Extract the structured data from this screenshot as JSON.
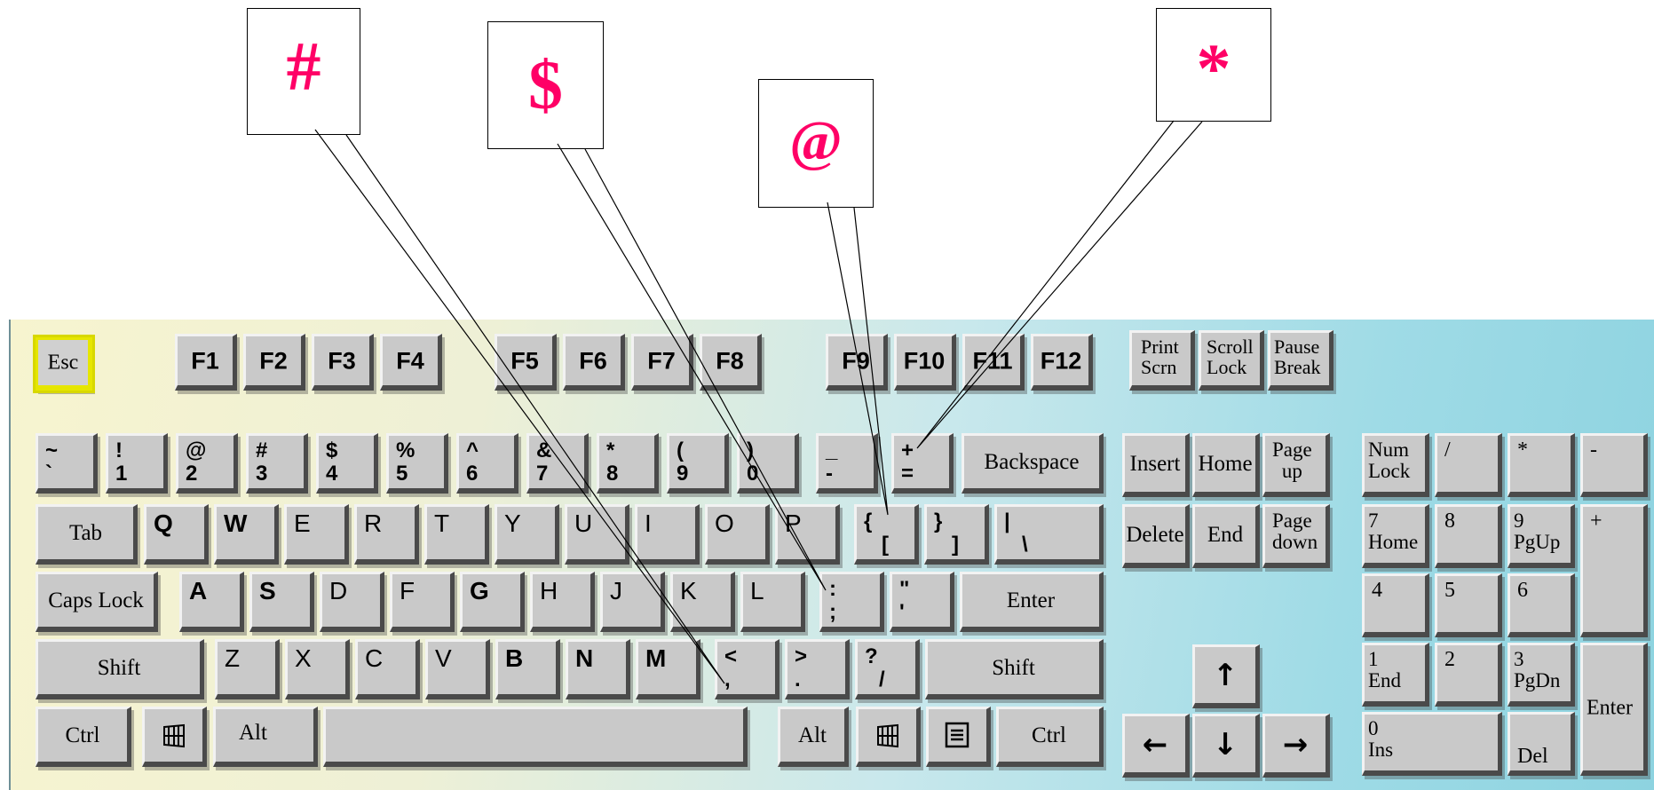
{
  "callouts": [
    {
      "id": "hash",
      "symbol": "#"
    },
    {
      "id": "dollar",
      "symbol": "$"
    },
    {
      "id": "at",
      "symbol": "@"
    },
    {
      "id": "star",
      "symbol": "*"
    }
  ],
  "keyboard": {
    "function_row": [
      "Esc",
      "F1",
      "F2",
      "F3",
      "F4",
      "F5",
      "F6",
      "F7",
      "F8",
      "F9",
      "F10",
      "F11",
      "F12"
    ],
    "system_keys": [
      [
        "Print",
        "Scrn"
      ],
      [
        "Scroll",
        "Lock"
      ],
      [
        "Pause",
        "Break"
      ]
    ],
    "number_row": [
      {
        "top": "~",
        "bottom": "`"
      },
      {
        "top": "!",
        "bottom": "1"
      },
      {
        "top": "@",
        "bottom": "2"
      },
      {
        "top": "#",
        "bottom": "3"
      },
      {
        "top": "$",
        "bottom": "4"
      },
      {
        "top": "%",
        "bottom": "5"
      },
      {
        "top": "^",
        "bottom": "6"
      },
      {
        "top": "&",
        "bottom": "7"
      },
      {
        "top": "*",
        "bottom": "8"
      },
      {
        "top": "(",
        "bottom": "9"
      },
      {
        "top": ")",
        "bottom": "0"
      },
      {
        "top": "_",
        "bottom": "-"
      },
      {
        "top": "+",
        "bottom": "="
      }
    ],
    "backspace": "Backspace",
    "tab": "Tab",
    "qwerty_row": [
      "Q",
      "W",
      "E",
      "R",
      "T",
      "Y",
      "U",
      "I",
      "O",
      "P"
    ],
    "brackets": [
      {
        "top": "{",
        "bottom": "["
      },
      {
        "top": "}",
        "bottom": "]"
      },
      {
        "top": "|",
        "bottom": "\\"
      }
    ],
    "caps_lock": "Caps Lock",
    "home_row": [
      "A",
      "S",
      "D",
      "F",
      "G",
      "H",
      "J",
      "K",
      "L"
    ],
    "punct_home": [
      {
        "top": ":",
        "bottom": ";"
      },
      {
        "top": "\"",
        "bottom": "'"
      }
    ],
    "enter": "Enter",
    "shift": "Shift",
    "bottom_letters": [
      "Z",
      "X",
      "C",
      "V",
      "B",
      "N",
      "M"
    ],
    "punct_bottom": [
      {
        "top": "<",
        "bottom": ","
      },
      {
        "top": ">",
        "bottom": "."
      },
      {
        "top": "?",
        "bottom": "/"
      }
    ],
    "ctrl": "Ctrl",
    "alt": "Alt",
    "nav_keys": [
      [
        "Insert"
      ],
      [
        "Home"
      ],
      [
        "Page",
        "up"
      ],
      [
        "Delete"
      ],
      [
        "End"
      ],
      [
        "Page",
        "down"
      ]
    ],
    "arrows": {
      "up": "↑",
      "left": "←",
      "down": "↓",
      "right": "→"
    },
    "numpad": {
      "num_lock": [
        "Num",
        "Lock"
      ],
      "div": "/",
      "mul": "*",
      "minus": "-",
      "k7": [
        "7",
        "Home"
      ],
      "k8": "8",
      "k9": [
        "9",
        "PgUp"
      ],
      "plus": "+",
      "k4": "4",
      "k5": "5",
      "k6": "6",
      "k1": [
        "1",
        "End"
      ],
      "k2": "2",
      "k3": [
        "3",
        "PgDn"
      ],
      "enter": "Enter",
      "k0": [
        "0",
        "Ins"
      ],
      "del": "Del"
    }
  }
}
